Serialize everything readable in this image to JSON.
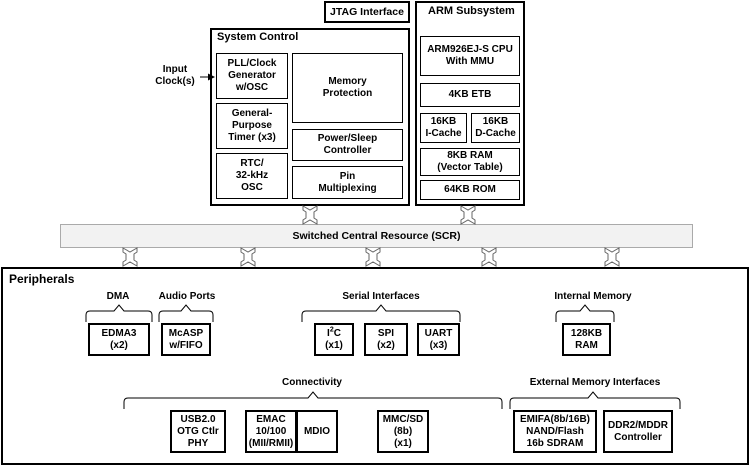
{
  "jtag": "JTAG Interface",
  "arm": {
    "title": "ARM Subsystem",
    "cpu": "ARM926EJ-S CPU\nWith MMU",
    "etb": "4KB ETB",
    "icache": "16KB\nI-Cache",
    "dcache": "16KB\nD-Cache",
    "ram": "8KB RAM\n(Vector Table)",
    "rom": "64KB ROM"
  },
  "system_control": {
    "title": "System Control",
    "pll": "PLL/Clock\nGenerator\nw/OSC",
    "timer": "General-\nPurpose\nTimer (x3)",
    "rtc": "RTC/\n32-kHz\nOSC",
    "memory_protection": "Memory\nProtection",
    "power": "Power/Sleep\nController",
    "pin": "Pin\nMultiplexing"
  },
  "input_clock": "Input\nClock(s)",
  "scr": "Switched Central Resource (SCR)",
  "peripherals": {
    "title": "Peripherals",
    "dma": {
      "title": "DMA",
      "edma": "EDMA3\n(x2)"
    },
    "audio": {
      "title": "Audio Ports",
      "mcasp": "McASP\nw/FIFO"
    },
    "serial": {
      "title": "Serial Interfaces",
      "i2c_base": "I",
      "i2c_sup": "2",
      "i2c_tail": "C",
      "i2c_count": "(x1)",
      "spi": "SPI\n(x2)",
      "uart": "UART\n(x3)"
    },
    "internal_memory": {
      "title": "Internal Memory",
      "ram": "128KB\nRAM"
    },
    "connectivity": {
      "title": "Connectivity",
      "usb": "USB2.0\nOTG Ctlr\nPHY",
      "emac": "EMAC\n10/100\n(MII/RMII)",
      "mdio": "MDIO",
      "mmc": "MMC/SD\n(8b)\n(x1)"
    },
    "external_memory": {
      "title": "External Memory Interfaces",
      "emifa": "EMIFA(8b/16B)\nNAND/Flash\n16b SDRAM",
      "ddr": "DDR2/MDDR\nController"
    }
  }
}
